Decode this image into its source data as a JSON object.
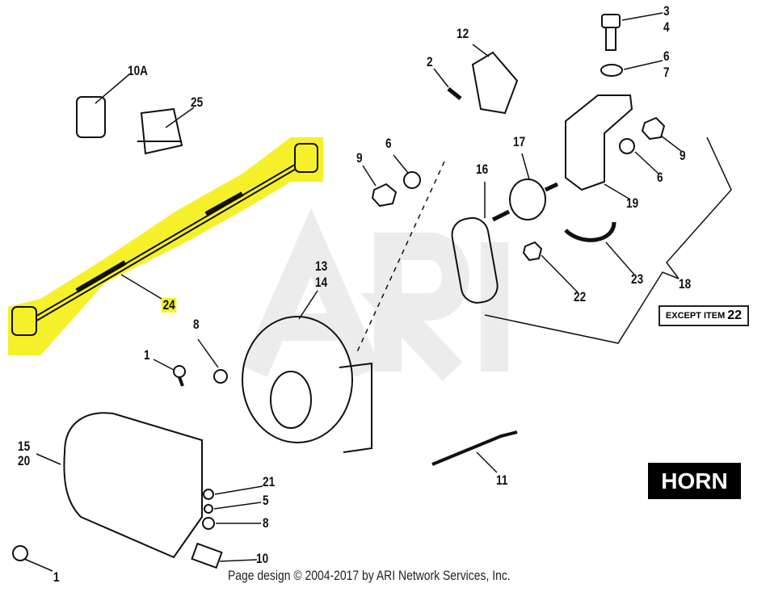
{
  "diagram": {
    "title": "HORN",
    "note": "EXCEPT ITEM",
    "note_item": "22",
    "watermark": "ARI",
    "copyright": "Page design © 2004-2017 by ARI Network Services, Inc.",
    "highlight_color": "#f5f02a",
    "labels": {
      "l10a": "10A",
      "l25": "25",
      "l24": "24",
      "l12": "12",
      "l2": "2",
      "l3": "3",
      "l4": "4",
      "l6a": "6",
      "l7": "7",
      "l9a": "9",
      "l6b": "6",
      "l16": "16",
      "l17": "17",
      "l9b": "9",
      "l6c": "6",
      "l19": "19",
      "l13": "13",
      "l14": "14",
      "l23": "23",
      "l18": "18",
      "l22": "22",
      "l8a": "8",
      "l1a": "1",
      "l15": "15",
      "l20": "20",
      "l21": "21",
      "l5": "5",
      "l8b": "8",
      "l11": "11",
      "l10": "10",
      "l1b": "1"
    }
  }
}
